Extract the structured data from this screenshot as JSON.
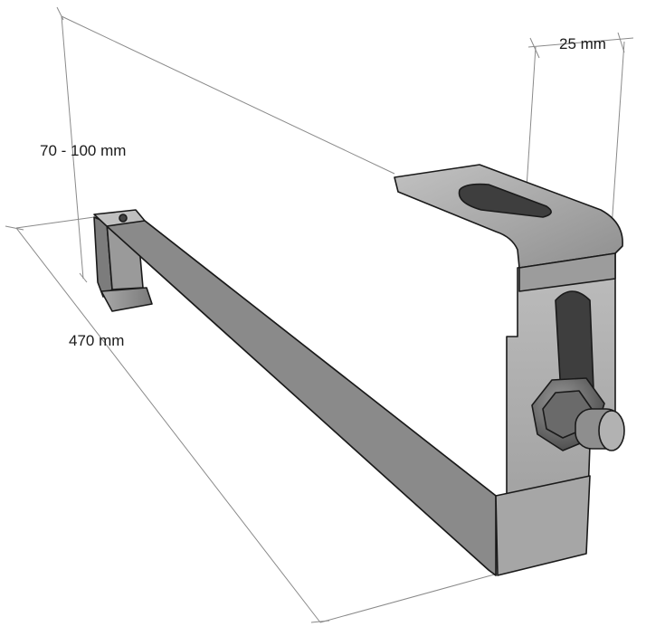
{
  "dimensions": {
    "height": "70 - 100 mm",
    "length": "470 mm",
    "width": "25 mm"
  },
  "colors": {
    "metal_light": "#b4b4b4",
    "metal_mid": "#8c8c8c",
    "metal_dark": "#5e5e5e",
    "outline": "#1a1a1a",
    "dimension_line": "#8a8a8a"
  }
}
